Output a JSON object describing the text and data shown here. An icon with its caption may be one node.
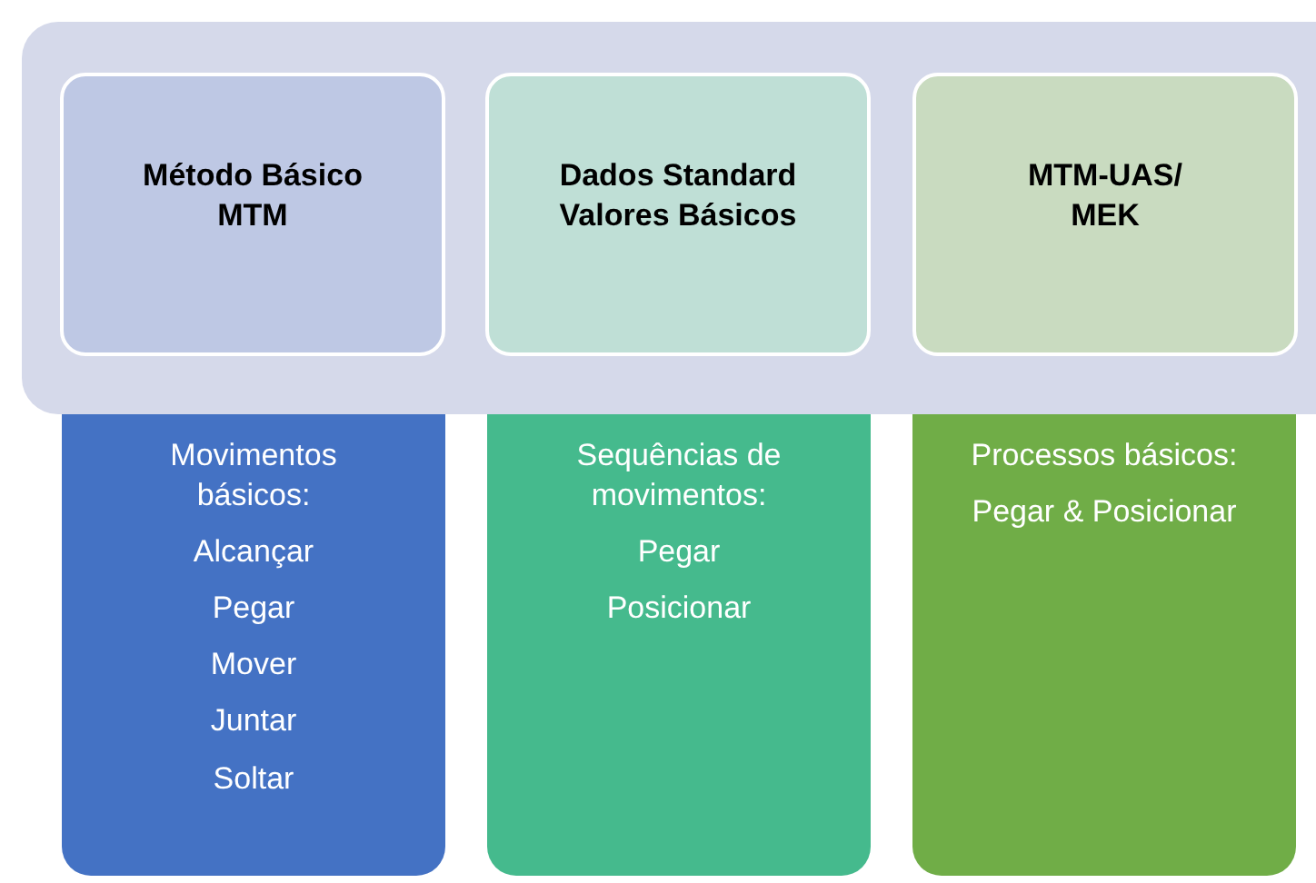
{
  "diagram": {
    "nodes": [
      {
        "text": [],
        "shape": "box"
      },
      {
        "text": [
          "Método Básico MTM"
        ],
        "in": 0
      },
      {
        "text": [
          "Dados Standard Valores Básicos"
        ],
        "in": 0
      },
      {
        "text": [
          "MTM-UAS/ MEK"
        ],
        "in": 0
      },
      {
        "text": [
          "Movimentos básicos:",
          "Alcançar",
          "Pegar",
          "Mover",
          "Juntar",
          "Soltar"
        ]
      },
      {
        "text": [
          "Sequências de movimentos:",
          "Pegar",
          "Posicionar"
        ]
      },
      {
        "text": [
          "Processos básicos:",
          "Pegar & Posicionar"
        ]
      }
    ]
  }
}
